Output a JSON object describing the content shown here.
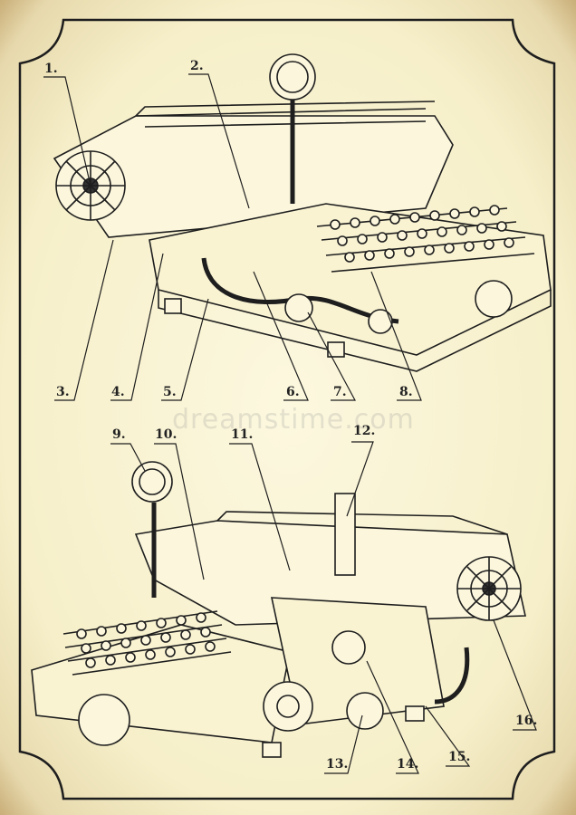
{
  "callouts": [
    "1.",
    "2.",
    "3.",
    "4.",
    "5.",
    "6.",
    "7.",
    "8.",
    "9.",
    "10.",
    "11.",
    "12.",
    "13.",
    "14.",
    "15.",
    "16."
  ],
  "watermark": "dreamstime.com",
  "colors": {
    "paper": "#f8f2cf",
    "ink": "#1e1e1e",
    "border": "#c9ae78"
  }
}
